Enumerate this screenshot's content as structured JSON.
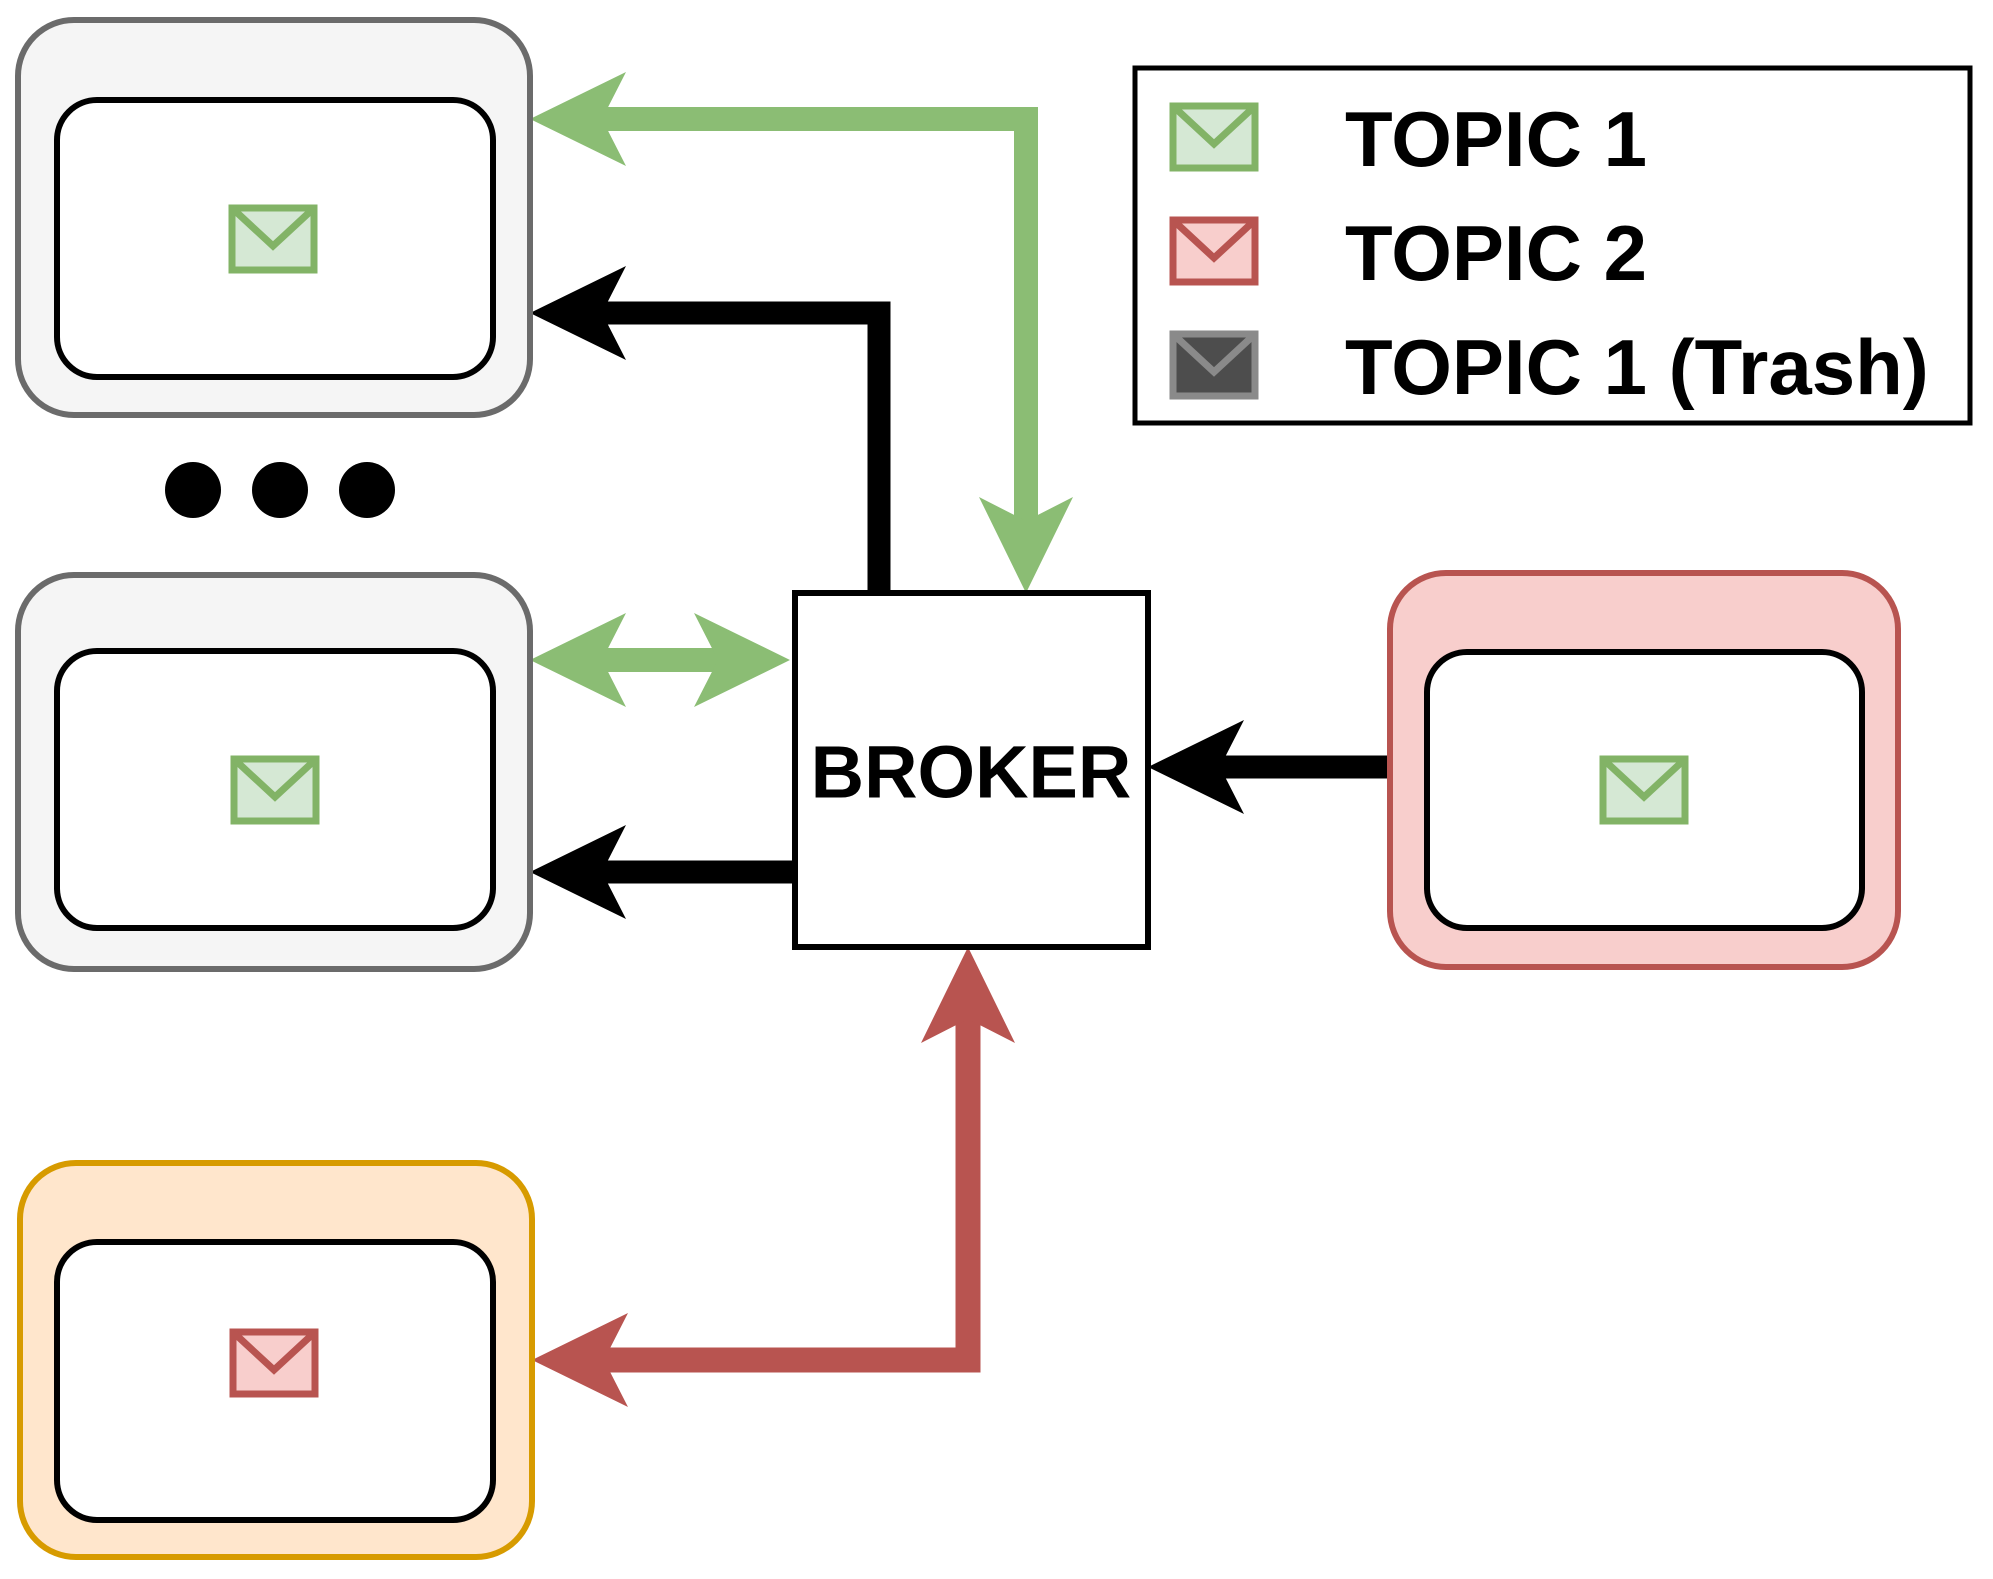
{
  "broker": {
    "label": "BROKER"
  },
  "legend": {
    "items": [
      {
        "icon": "envelope-green-icon",
        "label": "TOPIC 1"
      },
      {
        "icon": "envelope-red-icon",
        "label": "TOPIC 2"
      },
      {
        "icon": "envelope-trash-icon",
        "label": "TOPIC 1 (Trash)"
      }
    ]
  },
  "nodes": [
    {
      "id": "subscriber-1",
      "shell": "gray",
      "envelope": "topic1"
    },
    {
      "id": "more-subscribers-ellipsis",
      "shell": "none",
      "envelope": "none"
    },
    {
      "id": "subscriber-2",
      "shell": "gray",
      "envelope": "topic1"
    },
    {
      "id": "publisher-bottom",
      "shell": "orange",
      "envelope": "topic2"
    },
    {
      "id": "publisher-right",
      "shell": "red",
      "envelope": "topic1"
    },
    {
      "id": "broker",
      "shell": "plain",
      "envelope": "none"
    }
  ],
  "edges": [
    {
      "from": "broker",
      "to": "subscriber-1",
      "color": "green",
      "heads": [
        "subscriber-1",
        "broker"
      ]
    },
    {
      "from": "broker",
      "to": "subscriber-1",
      "color": "black",
      "heads": [
        "subscriber-1"
      ]
    },
    {
      "from": "broker",
      "to": "subscriber-2",
      "color": "green",
      "heads": [
        "subscriber-2",
        "broker"
      ]
    },
    {
      "from": "broker",
      "to": "subscriber-2",
      "color": "black",
      "heads": [
        "subscriber-2"
      ]
    },
    {
      "from": "publisher-right",
      "to": "broker",
      "color": "black",
      "heads": [
        "broker"
      ]
    },
    {
      "from": "publisher-bottom",
      "to": "broker",
      "color": "red",
      "heads": [
        "broker",
        "publisher-bottom"
      ]
    }
  ],
  "colors": {
    "topic1-fill": "#d5e8d4",
    "topic1-stroke": "#82b366",
    "topic2-fill": "#f8cecc",
    "topic2-stroke": "#b85450",
    "trash-fill": "#4d4d4d",
    "trash-stroke": "#8a8a8a",
    "node-gray-fill": "#f5f5f5",
    "node-gray-stroke": "#6b6b6b",
    "publisher2-fill": "#ffe6cc",
    "publisher2-stroke": "#d79b00",
    "arrow-green": "#8bbd74",
    "arrow-red": "#b85450",
    "arrow-black": "#000000",
    "box-fill": "#ffffff",
    "box-stroke": "#000000"
  }
}
